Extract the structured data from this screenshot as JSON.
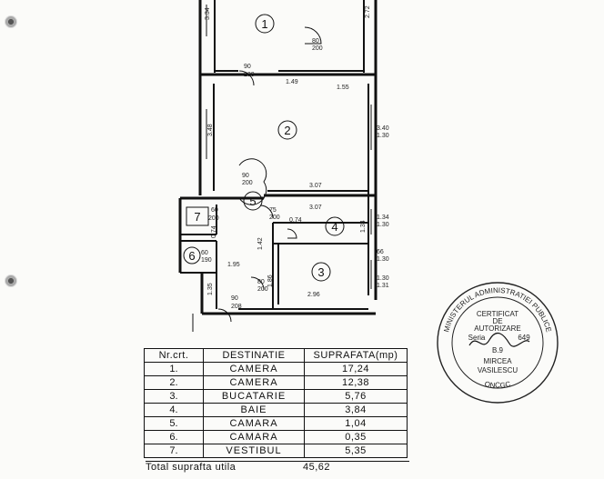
{
  "rooms": [
    {
      "number": "1"
    },
    {
      "number": "2"
    },
    {
      "number": "3"
    },
    {
      "number": "4"
    },
    {
      "number": "5"
    },
    {
      "number": "6"
    },
    {
      "number": "7"
    }
  ],
  "dimensions": {
    "d_334": "3.34",
    "d_272": "2.72",
    "d_149": "1.49",
    "d_155": "1.55",
    "d_348": "3.48",
    "d_340": "3.40",
    "d_130a": "1.30",
    "d_307a": "3.07",
    "d_307b": "3.07",
    "d_074a": "0.74",
    "d_074b": "0.74",
    "d_134": "1.34",
    "d_142": "1.42",
    "d_195": "1.95",
    "d_186": "1.86",
    "d_296": "2.96",
    "d_135": "1.35",
    "door_80_200_a": "80",
    "door_80_200_a2": "200",
    "door_90_200_a": "90",
    "door_90_200_a2": "200",
    "door_90_200_b": "90",
    "door_90_200_b2": "200",
    "door_60_200": "60",
    "door_60_200b": "200",
    "door_75_200": "75",
    "door_75_200b": "200",
    "door_80_200_b": "80",
    "door_80_200_b2": "200",
    "door_90_208": "90",
    "door_90_208b": "208",
    "door_60_190": "60",
    "door_60_190b": "190",
    "win_134": "1.34",
    "win_130b": "1.30",
    "win_66": "66",
    "win_130c": "1.30",
    "win_130d": "1.30",
    "win_131": "1.31"
  },
  "table": {
    "headers": [
      "Nr.crt.",
      "DESTINATIE",
      "SUPRAFATA(mp)"
    ],
    "rows": [
      [
        "1.",
        "CAMERA",
        "17,24"
      ],
      [
        "2.",
        "CAMERA",
        "12,38"
      ],
      [
        "3.",
        "BUCATARIE",
        "5,76"
      ],
      [
        "4.",
        "BAIE",
        "3,84"
      ],
      [
        "5.",
        "CAMARA",
        "1,04"
      ],
      [
        "6.",
        "CAMARA",
        "0,35"
      ],
      [
        "7.",
        "VESTIBUL",
        "5,35"
      ]
    ],
    "total_label": "Total suprafta utila",
    "total_value": "45,62"
  },
  "stamp": {
    "ring_top": "MINISTERUL ADMINISTRATIEI PUBLICE",
    "ring_bottom": "ONCGC",
    "line1": "CERTIFICAT",
    "line2": "DE",
    "line3": "AUTORIZARE",
    "line4": "Seria",
    "serial": "649",
    "line5": "B.9",
    "name1": "MIRCEA",
    "name2": "VASILESCU"
  },
  "colors": {
    "ink": "#111111",
    "paper": "#fbfbf9"
  }
}
